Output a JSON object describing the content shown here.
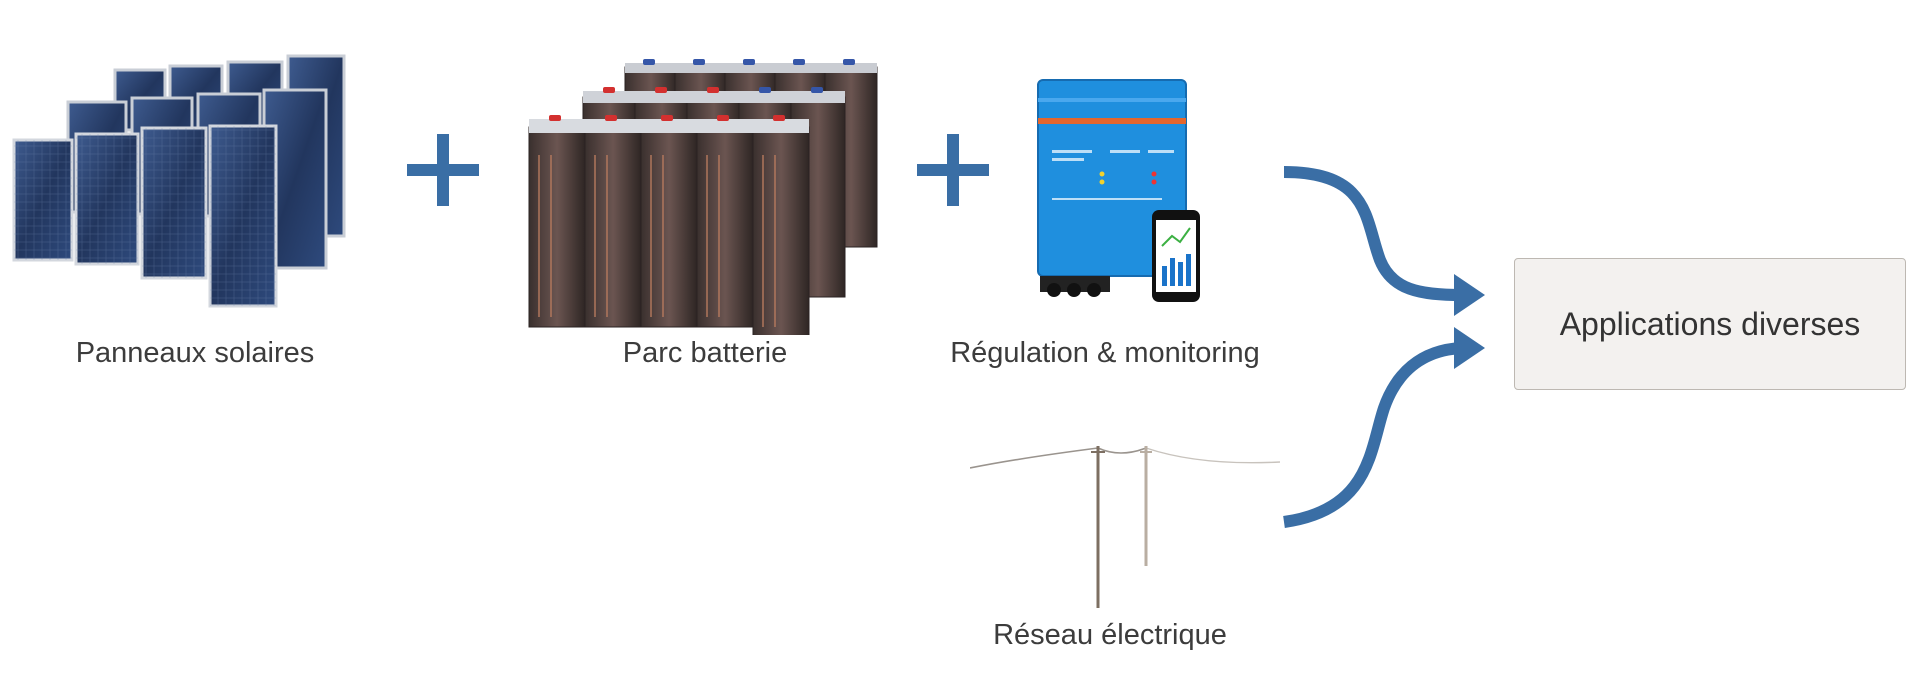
{
  "colors": {
    "accent": "#3a6ea5",
    "box_bg": "#f3f1ef",
    "box_border": "#bdb8b2"
  },
  "nodes": {
    "solar": {
      "label": "Panneaux solaires",
      "icon": "solar-panels-icon"
    },
    "battery": {
      "label": "Parc batterie",
      "icon": "battery-bank-icon"
    },
    "regulation": {
      "label": "Régulation & monitoring",
      "icon": "inverter-icon"
    },
    "grid": {
      "label": "Réseau électrique",
      "icon": "power-line-icon"
    },
    "applications": {
      "label": "Applications diverses"
    }
  }
}
